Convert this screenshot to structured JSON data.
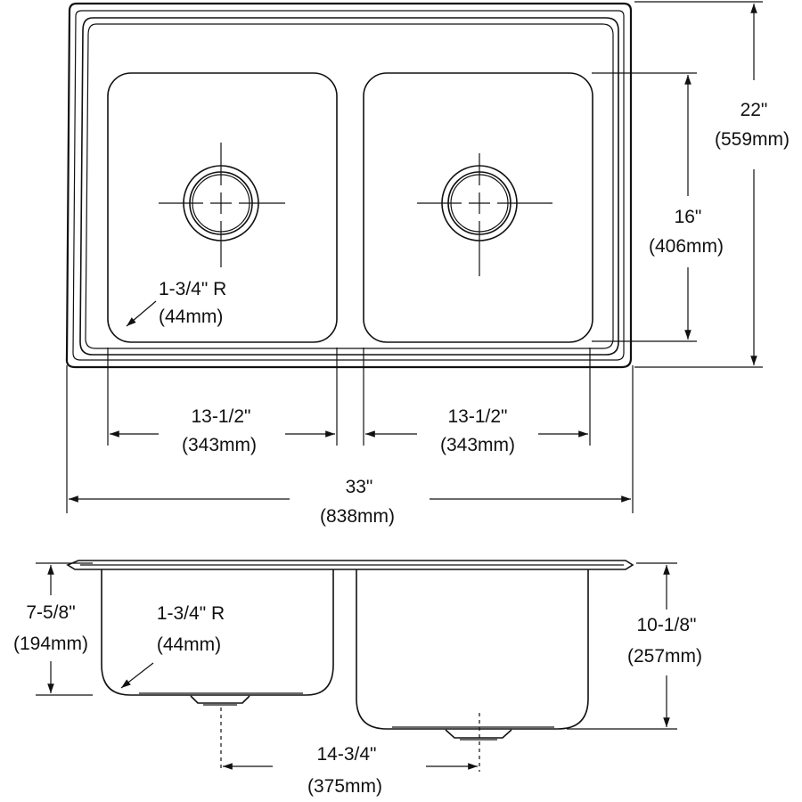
{
  "dimensions": {
    "overall_depth": {
      "imperial": "22\"",
      "metric": "(559mm)"
    },
    "bowl_depth": {
      "imperial": "16\"",
      "metric": "(406mm)"
    },
    "corner_radius_top": {
      "imperial": "1-3/4\" R",
      "metric": "(44mm)"
    },
    "left_bowl_width": {
      "imperial": "13-1/2\"",
      "metric": "(343mm)"
    },
    "right_bowl_width": {
      "imperial": "13-1/2\"",
      "metric": "(343mm)"
    },
    "overall_width": {
      "imperial": "33\"",
      "metric": "(838mm)"
    },
    "left_bowl_height": {
      "imperial": "7-5/8\"",
      "metric": "(194mm)"
    },
    "corner_radius_side": {
      "imperial": "1-3/4\" R",
      "metric": "(44mm)"
    },
    "right_bowl_height": {
      "imperial": "10-1/8\"",
      "metric": "(257mm)"
    },
    "drain_spacing": {
      "imperial": "14-3/4\"",
      "metric": "(375mm)"
    }
  },
  "colors": {
    "line": "#111111",
    "background": "#ffffff"
  }
}
